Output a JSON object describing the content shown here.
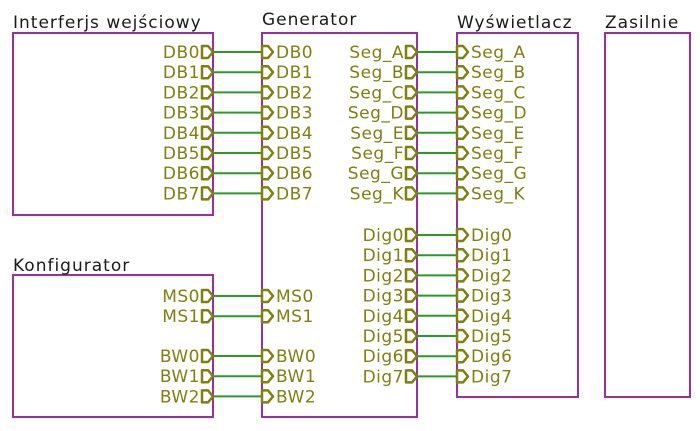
{
  "sheets": [
    {
      "id": "interfejs",
      "title": "Interferjs wejściowy"
    },
    {
      "id": "generator",
      "title": "Generator"
    },
    {
      "id": "wyswietlacz",
      "title": "Wyświetlacz"
    },
    {
      "id": "zasilnie",
      "title": "Zasilnie"
    },
    {
      "id": "konfigurator",
      "title": "Konfigurator"
    }
  ],
  "pins": {
    "interfejs_out": [
      "DB0",
      "DB1",
      "DB2",
      "DB3",
      "DB4",
      "DB5",
      "DB6",
      "DB7"
    ],
    "generator_db_in": [
      "DB0",
      "DB1",
      "DB2",
      "DB3",
      "DB4",
      "DB5",
      "DB6",
      "DB7"
    ],
    "generator_seg_out": [
      "Seg_A",
      "Seg_B",
      "Seg_C",
      "Seg_D",
      "Seg_E",
      "Seg_F",
      "Seg_G",
      "Seg_K"
    ],
    "generator_dig_out": [
      "Dig0",
      "Dig1",
      "Dig2",
      "Dig3",
      "Dig4",
      "Dig5",
      "Dig6",
      "Dig7"
    ],
    "wyswietlacz_seg_in": [
      "Seg_A",
      "Seg_B",
      "Seg_C",
      "Seg_D",
      "Seg_E",
      "Seg_F",
      "Seg_G",
      "Seg_K"
    ],
    "wyswietlacz_dig_in": [
      "Dig0",
      "Dig1",
      "Dig2",
      "Dig3",
      "Dig4",
      "Dig5",
      "Dig6",
      "Dig7"
    ],
    "konfigurator_ms_out": [
      "MS0",
      "MS1"
    ],
    "konfigurator_bw_out": [
      "BW0",
      "BW1",
      "BW2"
    ],
    "generator_ms_in": [
      "MS0",
      "MS1"
    ],
    "generator_bw_in": [
      "BW0",
      "BW1",
      "BW2"
    ]
  },
  "colors": {
    "sheet_border": "#9a2f9e",
    "pin_label": "#7f7f12",
    "wire": "#2a9a2a",
    "title": "#1a1a1a"
  }
}
